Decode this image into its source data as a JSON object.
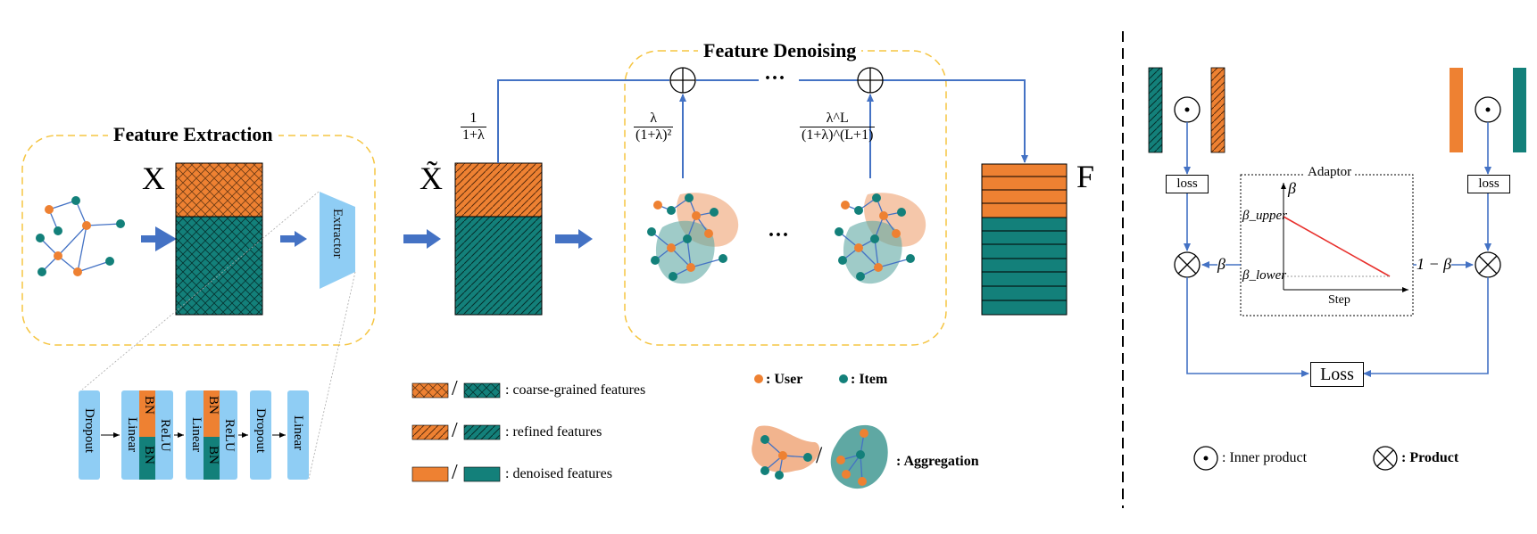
{
  "extraction": {
    "title": "Feature Extraction",
    "x_label": "X",
    "extractor_label": "Extractor"
  },
  "denoising": {
    "title": "Feature Denoising",
    "xt_label": "X̃",
    "f_label": "F",
    "ellipsis": "···"
  },
  "coefficients": {
    "c0_num": "1",
    "c0_den": "1+λ",
    "c1_num": "λ",
    "c1_den": "(1+λ)²",
    "cL_num": "λ^L",
    "cL_den": "(1+λ)^(L+1)"
  },
  "mlp_layers": [
    {
      "label": "Dropout"
    },
    {
      "label": "Linear",
      "inner": "ReLU",
      "bn": "BN"
    },
    {
      "label": "Linear",
      "inner": "ReLU",
      "bn": "BN"
    },
    {
      "label": "Dropout"
    },
    {
      "label": "Linear"
    }
  ],
  "legend": {
    "slash": "/",
    "coarse": ": coarse-grained features",
    "refined": ": refined features",
    "denoised": ": denoised features",
    "user": ": User",
    "item": ": Item",
    "aggregation": ": Aggregation"
  },
  "adaptor": {
    "title": "Adaptor",
    "beta": "β",
    "beta_upper": "β_upper",
    "beta_lower": "β_lower",
    "step": "Step",
    "left_weight": "β",
    "right_weight": "1 − β",
    "loss_left": "loss",
    "loss_right": "loss",
    "loss_total": "Loss",
    "inner_product": ": Inner product",
    "product": ": Product"
  },
  "colors": {
    "orange": "#ee8132",
    "teal": "#13807a",
    "light_blue": "#8fcdf4",
    "arrow": "#4472c4",
    "dashed_box": "#f5c542",
    "red_line": "#e8302c"
  }
}
